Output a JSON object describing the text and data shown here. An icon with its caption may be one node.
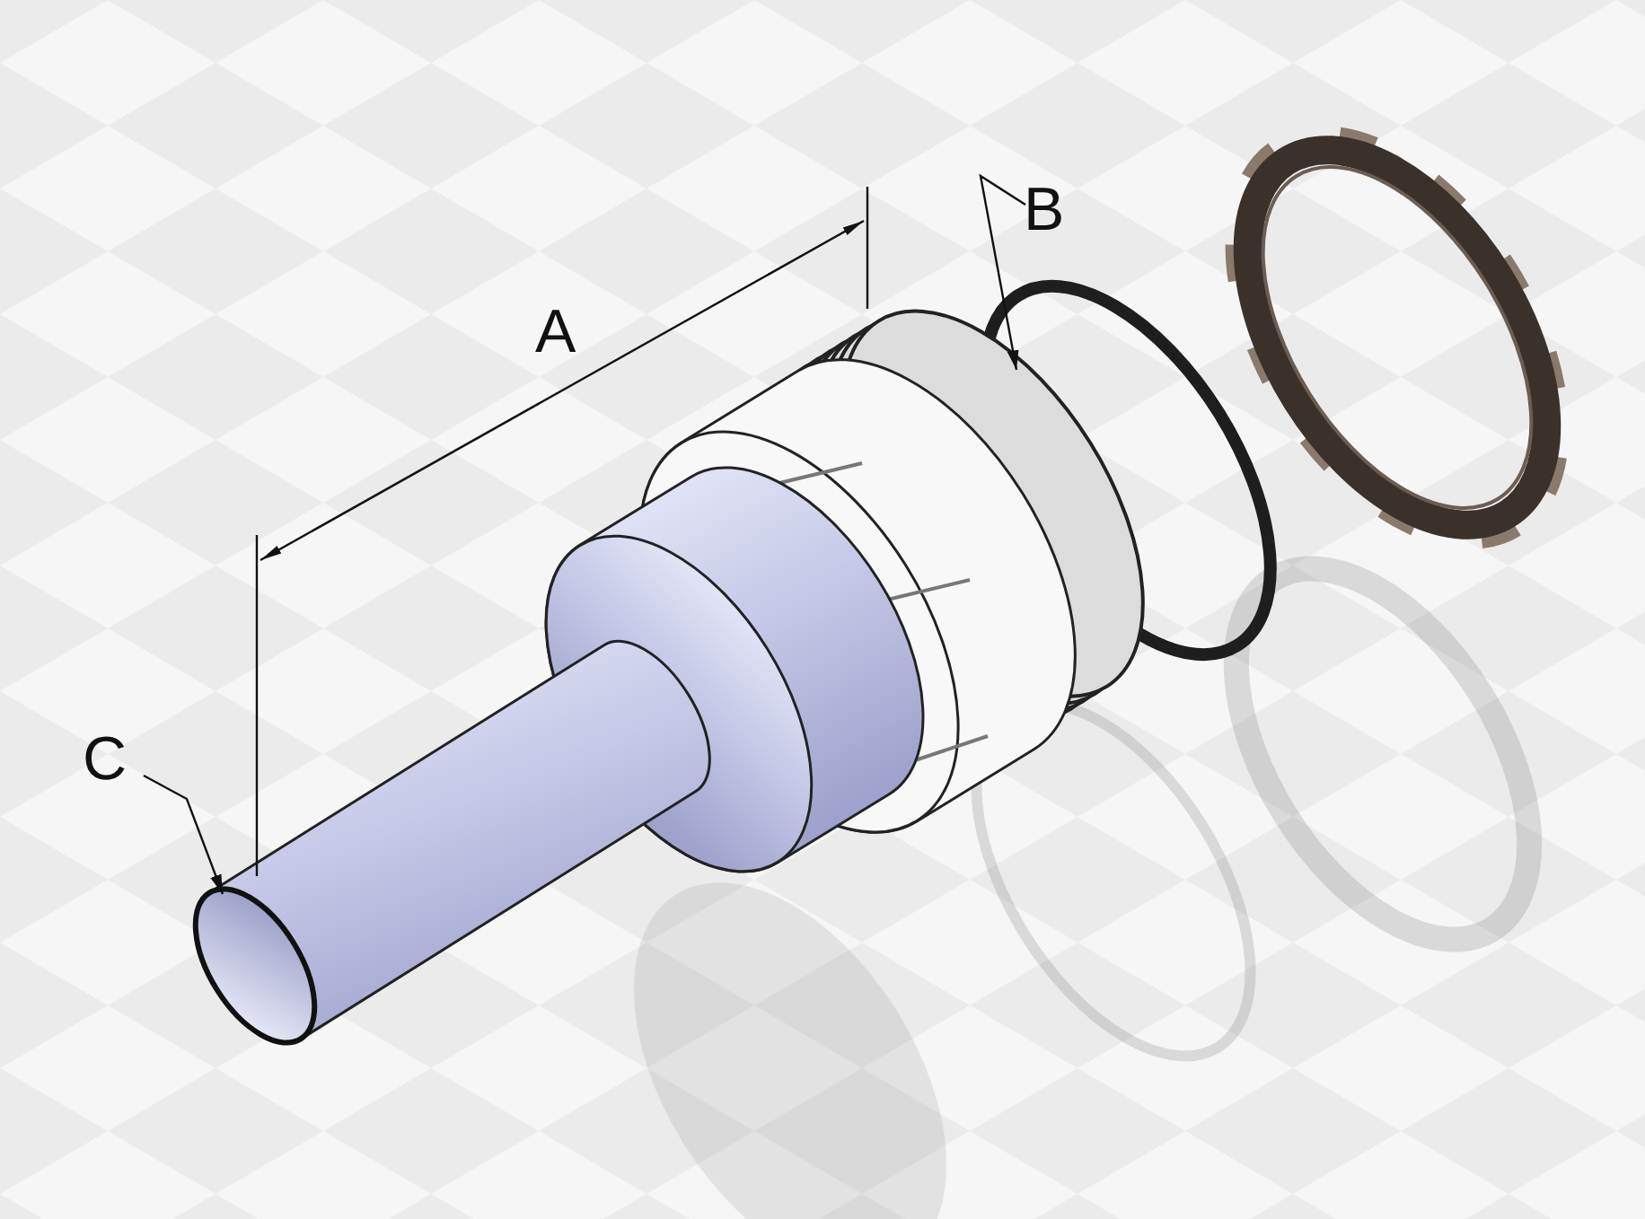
{
  "diagram": {
    "nodes": [
      {
        "text": [
          "B"
        ]
      },
      {
        "text": [],
        "shape": "picture"
      },
      {
        "text": [
          "C"
        ]
      },
      {
        "text": [],
        "shape": "picture"
      },
      {
        "text": [],
        "shape": "circle"
      },
      {
        "text": [],
        "shape": "circle"
      }
    ],
    "edges": [
      {
        "from": 0,
        "to": 1,
        "arrow": "to"
      },
      {
        "from": 2,
        "to": 3,
        "arrow": "to"
      }
    ],
    "labels": [
      "A"
    ]
  }
}
